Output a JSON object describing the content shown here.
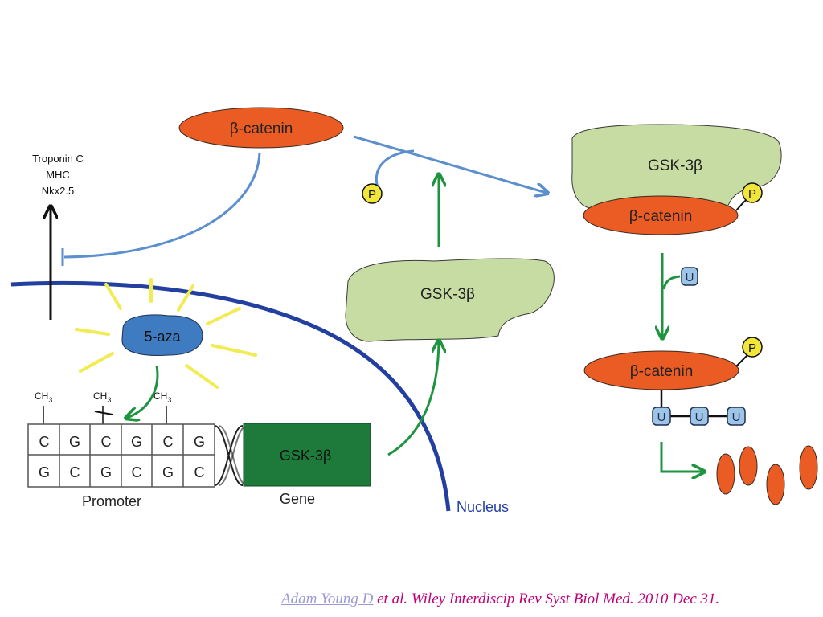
{
  "nodes": {
    "bcat_top": "β-catenin",
    "gsk_right": "GSK-3β",
    "bcat_complex": "β-catenin",
    "gsk_mid": "GSK-3β",
    "bcat_bottom": "β-catenin",
    "aza": "5-aza",
    "gene_box": "GSK-3β"
  },
  "markers": [
    "Troponin C",
    "MHC",
    "Nkx2.5"
  ],
  "badges": {
    "phosphate": "P",
    "ubiquitin": "U"
  },
  "dna": {
    "methyl": "CH",
    "methyl_sub": "3",
    "top_strand": [
      "C",
      "G",
      "C",
      "G",
      "C",
      "G"
    ],
    "bottom_strand": [
      "G",
      "C",
      "G",
      "C",
      "G",
      "C"
    ],
    "promoter_label": "Promoter",
    "gene_label": "Gene"
  },
  "nucleus_label": "Nucleus",
  "citation": {
    "author_link": "Adam Young D",
    "rest": " et al. Wiley Interdiscip Rev Syst Biol Med. 2010 Dec 31."
  },
  "colors": {
    "beta_catenin": "#ea5c24",
    "gsk3b": "#c6dca3",
    "aza": "#3f7bc0",
    "gene": "#1d7a3a",
    "arrow_green": "#1e9440",
    "inhibit_blue": "#5b8fcd",
    "nucleus": "#233fa0",
    "phosphate": "#f2e63b",
    "ubiquitin": "#9ec4e6",
    "rays": "#f2ec54",
    "citation": "#c0007a"
  }
}
